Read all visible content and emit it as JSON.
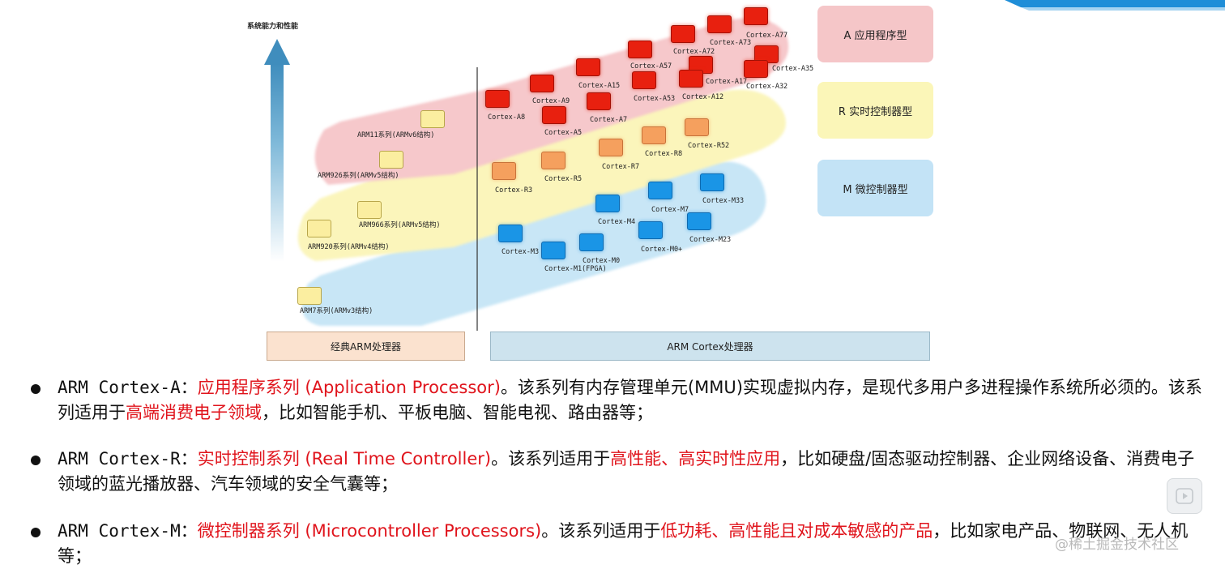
{
  "diagram": {
    "axis_title": "系统能力和性能",
    "legend": {
      "a": "A 应用程序型",
      "r": "R 实时控制器型",
      "m": "M 微控制器型"
    },
    "categories": {
      "classic": "经典ARM处理器",
      "cortex": "ARM Cortex处理器"
    },
    "classic_processors": [
      "ARM11系列(ARMv6结构)",
      "ARM926系列(ARMv5结构)",
      "ARM966系列(ARMv5结构)",
      "ARM920系列(ARMv4结构)",
      "ARM7系列(ARMv3结构)"
    ],
    "cortex_a": [
      "Cortex-A8",
      "Cortex-A9",
      "Cortex-A5",
      "Cortex-A15",
      "Cortex-A7",
      "Cortex-A57",
      "Cortex-A53",
      "Cortex-A72",
      "Cortex-A73",
      "Cortex-A17",
      "Cortex-A12",
      "Cortex-A77",
      "Cortex-A35",
      "Cortex-A32"
    ],
    "cortex_r": [
      "Cortex-R3",
      "Cortex-R5",
      "Cortex-R7",
      "Cortex-R8",
      "Cortex-R52"
    ],
    "cortex_m": [
      "Cortex-M3",
      "Cortex-M1(FPGA)",
      "Cortex-M0",
      "Cortex-M4",
      "Cortex-M0+",
      "Cortex-M7",
      "Cortex-M23",
      "Cortex-M33"
    ]
  },
  "bullets": [
    {
      "name": "ARM Cortex-A",
      "sep": "：",
      "series": "应用程序系列 (Application Processor)",
      "text1": "。该系列有内存管理单元(MMU)实现虚拟内存，是现代多用户多进程操作系统所必须的。该系列适用于",
      "highlight": "高端消费电子领域",
      "text2": "，比如智能手机、平板电脑、智能电视、路由器等；"
    },
    {
      "name": "ARM Cortex-R",
      "sep": "：",
      "series": "实时控制系列 (Real Time Controller)",
      "text1": "。该系列适用于",
      "highlight": "高性能、高实时性应用",
      "text2": "，比如硬盘/固态驱动控制器、企业网络设备、消费电子领域的蓝光播放器、汽车领域的安全气囊等；"
    },
    {
      "name": "ARM Cortex-M",
      "sep": "：",
      "series": "微控制器系列 (Microcontroller Processors)",
      "text1": "。该系列适用于",
      "highlight": "低功耗、高性能且对成本敏感的产品",
      "text2": "，比如家电产品、物联网、无人机等；"
    }
  ],
  "watermark": "@稀土掘金技术社区",
  "colors": {
    "highlight_red": "#e0141c",
    "cortex_a_chip": "#e8200f",
    "cortex_r_chip": "#f5a05e",
    "cortex_m_chip": "#1a95e6",
    "classic_chip": "#fbeea0"
  }
}
